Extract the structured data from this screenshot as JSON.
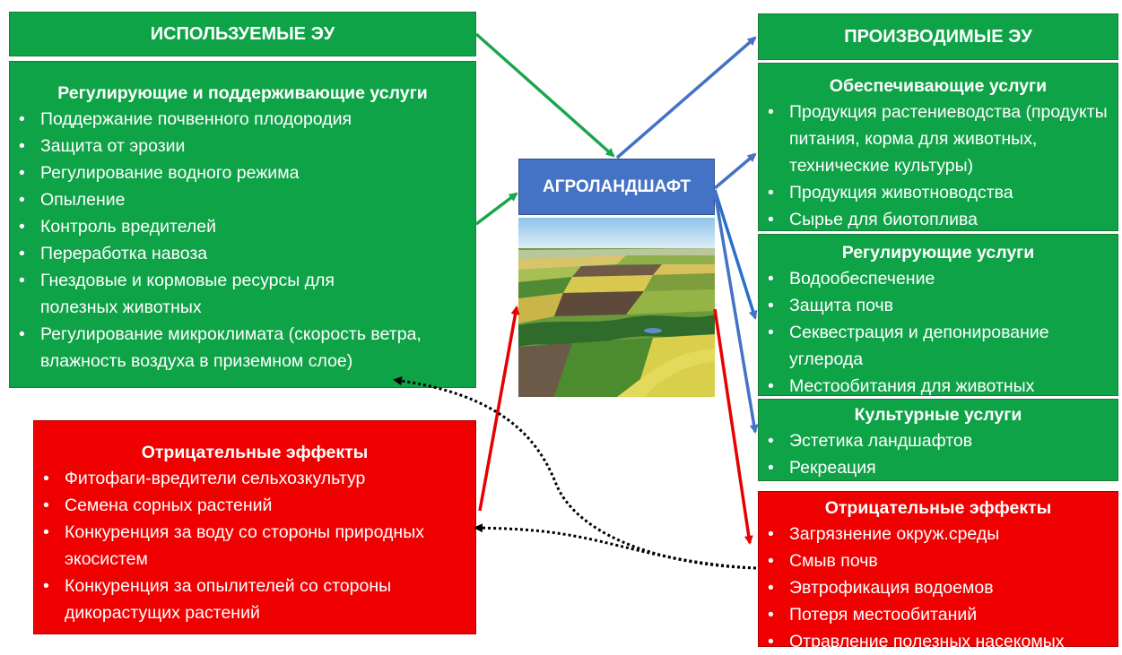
{
  "used_es": {
    "title": "ИСПОЛЬЗУЕМЫЕ ЭУ",
    "regulating": {
      "title": "Регулирующие и поддерживающие услуги",
      "items": [
        "Поддержание почвенного плодородия",
        "Защита от эрозии",
        "Регулирование водного режима",
        "Опыление",
        "Контроль вредителей",
        "Переработка навоза",
        "Гнездовые и кормовые ресурсы для полезных животных",
        "Регулирование микроклимата (скорость ветра, влажность воздуха в приземном слое)"
      ]
    },
    "negative": {
      "title": "Отрицательные эффекты",
      "items": [
        "Фитофаги-вредители сельхозкультур",
        "Семена сорных растений",
        "Конкуренция за воду со стороны природных экосистем",
        "Конкуренция за опылителей со стороны дикорастущих растений"
      ]
    }
  },
  "center": {
    "title": "АГРОЛАНДШАФТ"
  },
  "produced_es": {
    "title": "ПРОИЗВОДИМЫЕ ЭУ",
    "provisioning": {
      "title": "Обеспечивающие услуги",
      "items": [
        "Продукция растениеводства (продукты питания, корма для животных, технические культуры)",
        "Продукция животноводства",
        "Сырье для биотоплива"
      ]
    },
    "regulating": {
      "title": "Регулирующие услуги",
      "items": [
        "Водообеспечение",
        "Защита почв",
        "Секвестрация и депонирование углерода",
        "Местообитания для животных"
      ]
    },
    "cultural": {
      "title": "Культурные услуги",
      "items": [
        "Эстетика ландшафтов",
        "Рекреация"
      ]
    },
    "negative": {
      "title": "Отрицательные эффекты",
      "items": [
        "Загрязнение окруж.среды",
        "Смыв почв",
        "Эвтрофикация водоемов",
        "Потеря местообитаний",
        "Отравление полезных насекомых"
      ]
    }
  },
  "colors": {
    "green_box": "#0fa347",
    "red_box": "#f00000",
    "blue_box": "#4472c4",
    "green_arrow": "#1aa64b",
    "blue_arrow": "#4472c4",
    "red_arrow": "#e60000",
    "dotted_arrow": "#000000"
  }
}
